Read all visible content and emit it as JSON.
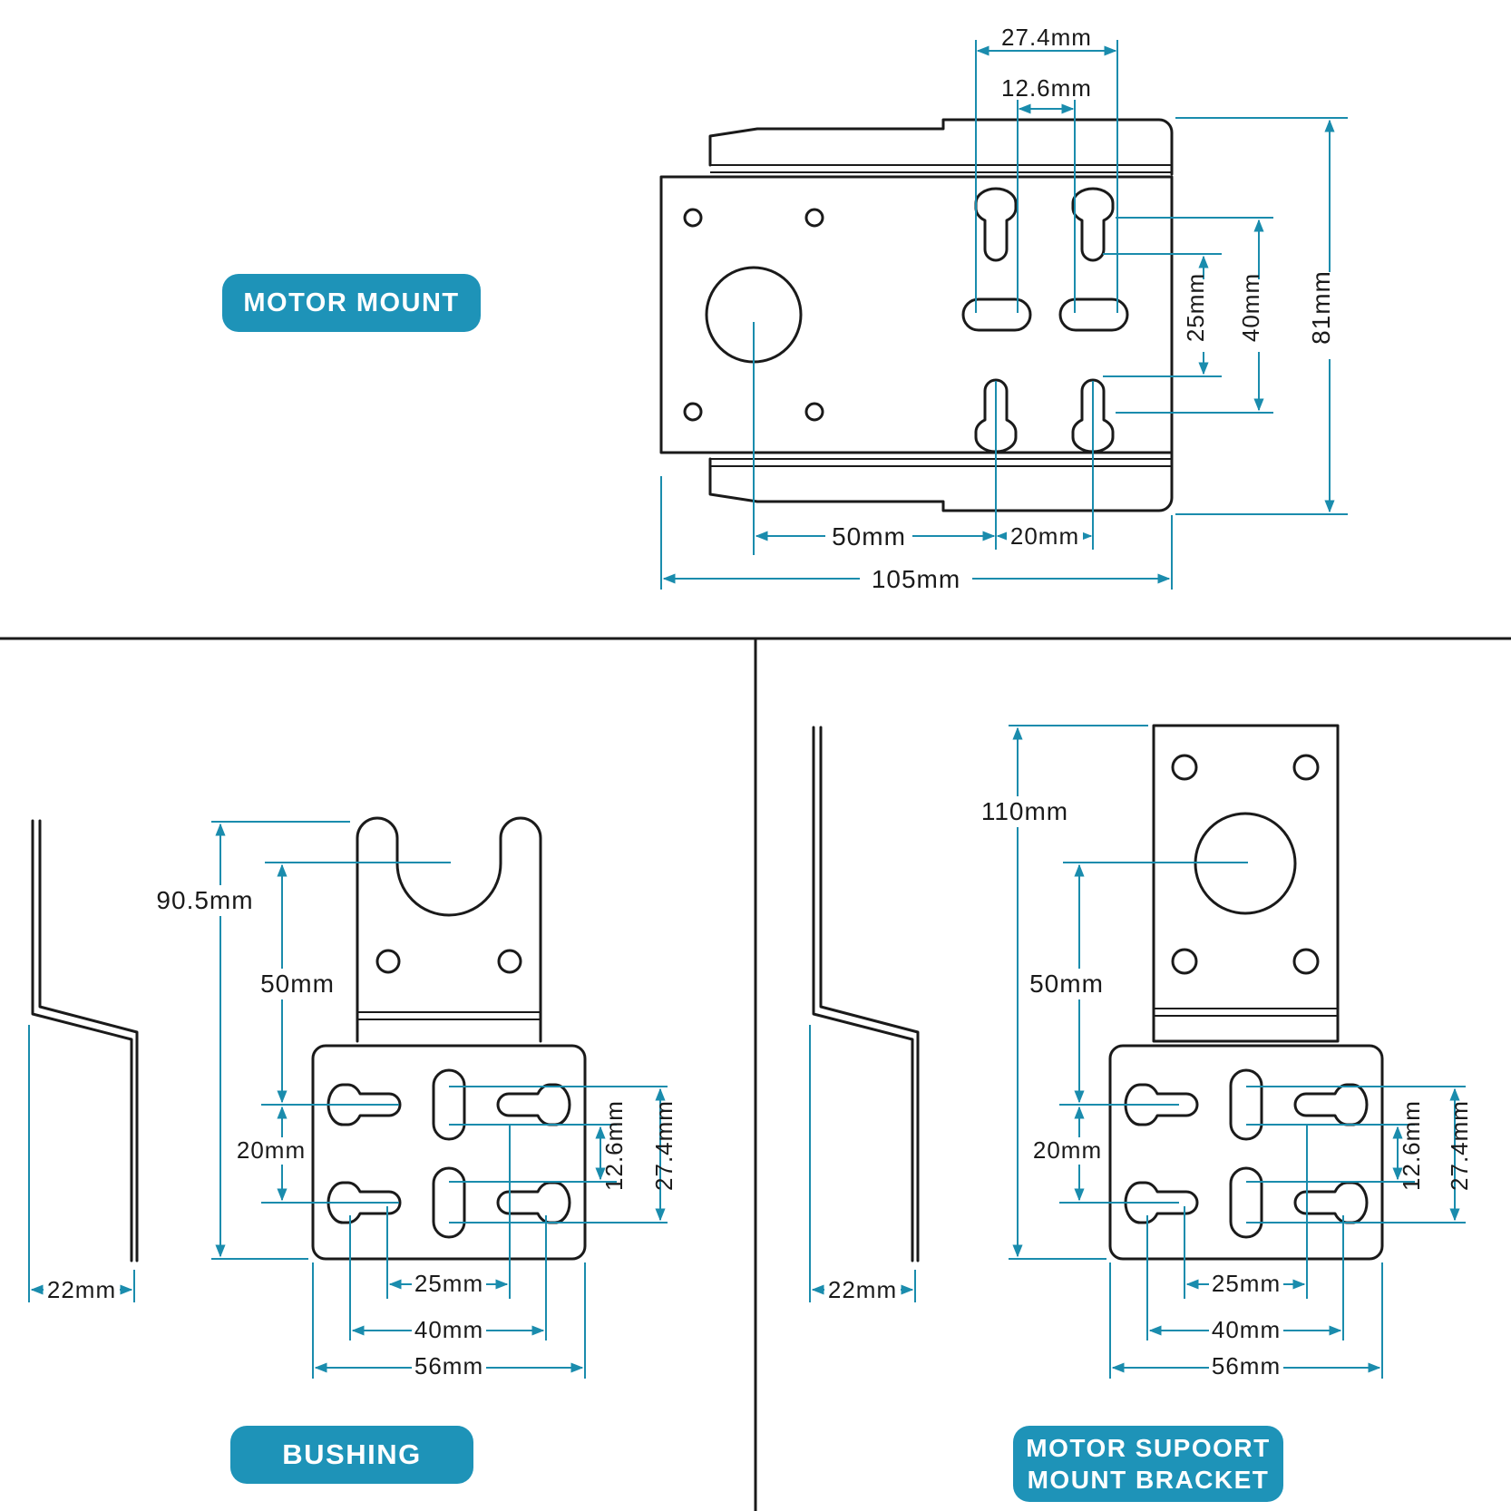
{
  "labels": {
    "motor_mount": "MOTOR MOUNT",
    "bushing": "BUSHING",
    "bracket_line1": "MOTOR SUPOORT",
    "bracket_line2": "MOUNT BRACKET"
  },
  "motor_mount_dims": {
    "top_outer": "27.4mm",
    "top_inner": "12.6mm",
    "height": "81mm",
    "slot_40": "40mm",
    "slot_25": "25mm",
    "center_50": "50mm",
    "center_20": "20mm",
    "width": "105mm"
  },
  "bushing_dims": {
    "total_height": "90.5mm",
    "center_50": "50mm",
    "center_20": "20mm",
    "side_12_6": "12.6mm",
    "side_27_4": "27.4mm",
    "bottom_25": "25mm",
    "bottom_40": "40mm",
    "bottom_56": "56mm",
    "profile_22": "22mm"
  },
  "bracket_dims": {
    "total_height": "110mm",
    "center_50": "50mm",
    "center_20": "20mm",
    "side_12_6": "12.6mm",
    "side_27_4": "27.4mm",
    "bottom_25": "25mm",
    "bottom_40": "40mm",
    "bottom_56": "56mm",
    "profile_22": "22mm"
  },
  "colors": {
    "accent": "#1e93b8",
    "dimension_line": "#1a8cad",
    "outline": "#1a1a1a"
  }
}
